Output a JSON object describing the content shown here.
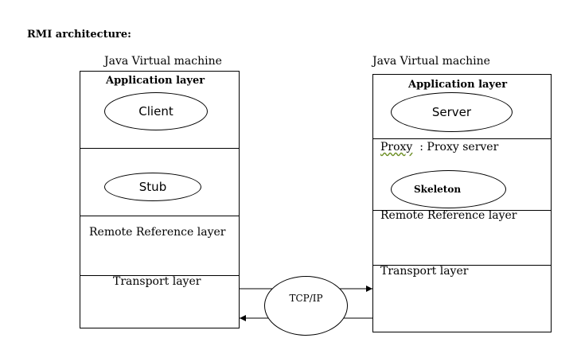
{
  "heading": "RMI architecture:",
  "left_jvm": {
    "label": "Java Virtual machine",
    "application_layer": "Application layer",
    "client": "Client",
    "stub": "Stub",
    "remote_reference_layer": "Remote Reference layer",
    "transport_layer": "Transport layer"
  },
  "right_jvm": {
    "label": "Java Virtual machine",
    "application_layer": "Application layer",
    "server": "Server",
    "proxy_term": "Proxy",
    "proxy_rest": "  : Proxy server",
    "skeleton": "Skeleton",
    "remote_reference_layer": "Remote Reference layer",
    "transport_layer": "Transport layer"
  },
  "network": {
    "protocol": "TCP/IP"
  }
}
